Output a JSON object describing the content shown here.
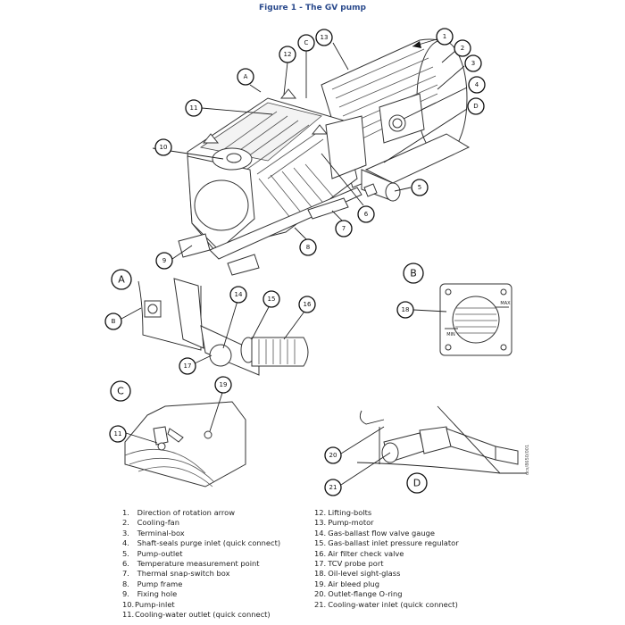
{
  "figure": {
    "title": "Figure 1 - The GV pump",
    "title_color": "#2a4a8c",
    "doc_ref": "dcs/8650/001"
  },
  "views": {
    "A": "A",
    "B": "B",
    "C": "C",
    "D": "D"
  },
  "callouts": [
    "1",
    "2",
    "3",
    "4",
    "5",
    "6",
    "7",
    "8",
    "9",
    "10",
    "11",
    "12",
    "13",
    "14",
    "15",
    "16",
    "17",
    "18",
    "19",
    "20",
    "21"
  ],
  "sight_glass": {
    "max_label": "MAX",
    "min_label": "MIN"
  },
  "legend": {
    "left": [
      {
        "num": "1.",
        "label": "Direction of rotation arrow"
      },
      {
        "num": "2.",
        "label": "Cooling-fan"
      },
      {
        "num": "3.",
        "label": "Terminal-box"
      },
      {
        "num": "4.",
        "label": "Shaft-seals purge inlet (quick connect)"
      },
      {
        "num": "5.",
        "label": "Pump-outlet"
      },
      {
        "num": "6.",
        "label": "Temperature measurement point"
      },
      {
        "num": "7.",
        "label": "Thermal snap-switch box"
      },
      {
        "num": "8.",
        "label": "Pump frame"
      },
      {
        "num": "9.",
        "label": "Fixing hole"
      },
      {
        "num": "10.",
        "label": "Pump-inlet"
      },
      {
        "num": "11.",
        "label": "Cooling-water outlet (quick connect)"
      }
    ],
    "right": [
      {
        "num": "12.",
        "label": "Lifting-bolts"
      },
      {
        "num": "13.",
        "label": "Pump-motor"
      },
      {
        "num": "14.",
        "label": "Gas-ballast flow valve gauge"
      },
      {
        "num": "15.",
        "label": "Gas-ballast inlet pressure regulator"
      },
      {
        "num": "16.",
        "label": "Air filter check valve"
      },
      {
        "num": "17.",
        "label": "TCV probe port"
      },
      {
        "num": "18.",
        "label": "Oil-level sight-glass"
      },
      {
        "num": "19.",
        "label": "Air bleed plug"
      },
      {
        "num": "20.",
        "label": "Outlet-flange O-ring"
      },
      {
        "num": "21.",
        "label": "Cooling-water inlet (quick connect)"
      }
    ]
  }
}
